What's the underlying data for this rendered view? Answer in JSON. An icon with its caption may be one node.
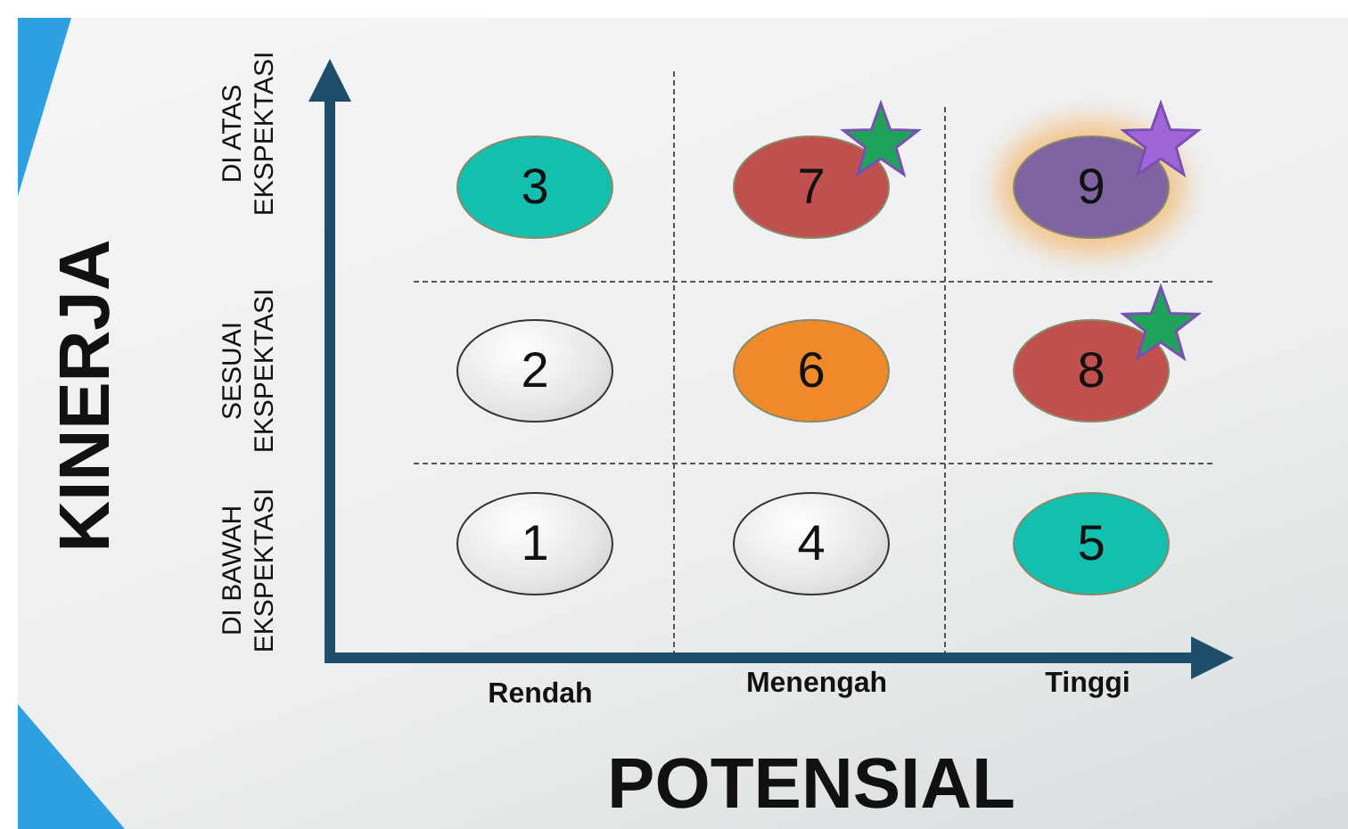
{
  "diagram": {
    "nodes": [
      {
        "text": [
          "3"
        ]
      },
      {
        "text": [
          "7"
        ]
      },
      {
        "text": [
          "9"
        ]
      },
      {
        "text": [
          "2"
        ]
      },
      {
        "text": [
          "6"
        ]
      },
      {
        "text": [
          "8"
        ]
      },
      {
        "text": [
          "1"
        ]
      },
      {
        "text": [
          "4"
        ]
      },
      {
        "text": [
          "5"
        ]
      }
    ],
    "edges": [],
    "labels": [
      "KINERJA",
      "DI ATAS EKSPEKTASI",
      "SESUAI EKSPEKTASI",
      "DI BAWAH EKSPEKTASI",
      "Rendah",
      "Menengah",
      "Tinggi",
      "POTENSIAL"
    ]
  }
}
